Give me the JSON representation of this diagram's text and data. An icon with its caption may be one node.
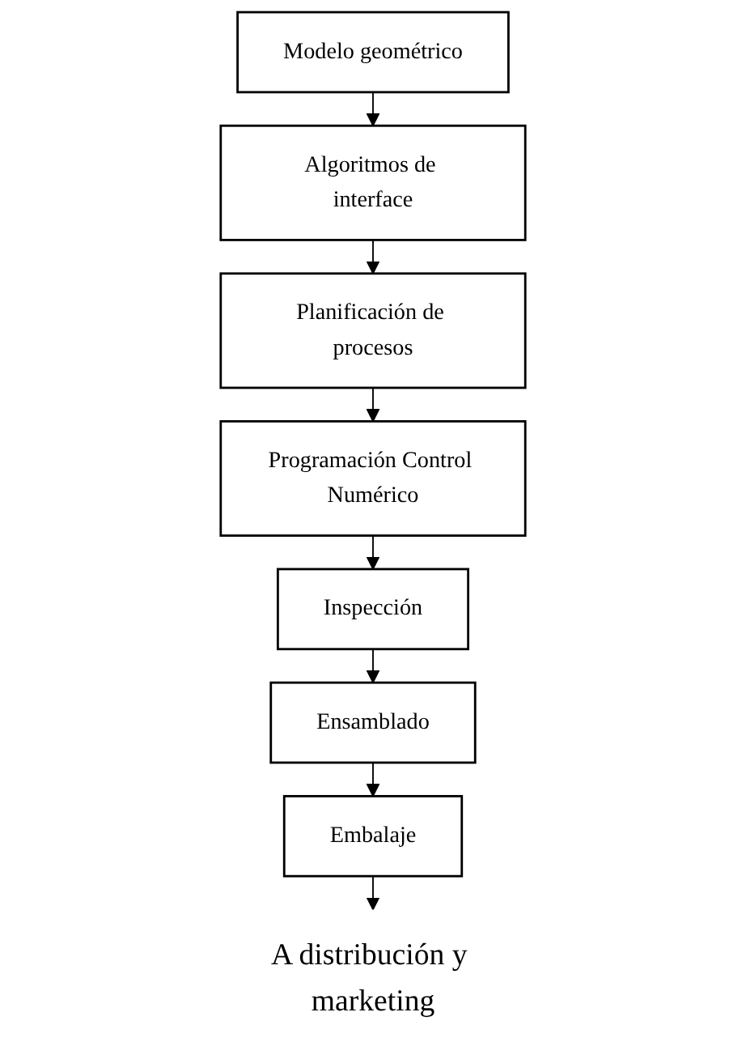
{
  "diagram": {
    "nodes": [
      {
        "text": [
          "Modelo geométrico"
        ]
      },
      {
        "text": [
          "Algoritmos de interface"
        ]
      },
      {
        "text": [
          "Planificación de procesos"
        ]
      },
      {
        "text": [
          "Programación Control Numérico"
        ]
      },
      {
        "text": [
          "Inspección"
        ]
      },
      {
        "text": [
          "Ensamblado"
        ]
      },
      {
        "text": [
          "Embalaje"
        ]
      },
      {
        "text": [
          "A distribución y marketing"
        ]
      }
    ],
    "edges": [
      {
        "from": 0,
        "to": 1,
        "arrow": "to"
      },
      {
        "from": 1,
        "to": 2,
        "arrow": "to"
      },
      {
        "from": 2,
        "to": 3,
        "arrow": "to"
      },
      {
        "from": 3,
        "to": 4,
        "arrow": "to"
      },
      {
        "from": 4,
        "to": 5,
        "arrow": "to"
      },
      {
        "from": 5,
        "to": 6,
        "arrow": "to"
      },
      {
        "from": 6,
        "to": 7,
        "arrow": "to"
      }
    ]
  }
}
